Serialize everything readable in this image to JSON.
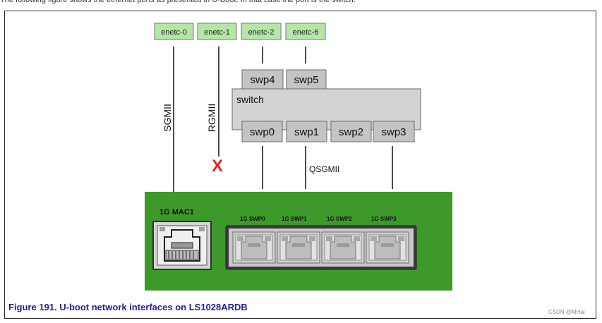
{
  "page": {
    "top_caption": "The following figure shows the ethernet ports as presented in U-Boot. In that case the port is the switch.",
    "figure_caption": "Figure 191.  U-boot network interfaces on LS1028ARDB",
    "watermark": "CSDN @MHai"
  },
  "diagram": {
    "interfaces": [
      "enetc-0",
      "enetc-1",
      "enetc-2",
      "enetc-6"
    ],
    "switch_label": "switch",
    "switch_top_ports": [
      "swp4",
      "swp5"
    ],
    "switch_bottom_ports": [
      "swp0",
      "swp1",
      "swp2",
      "swp3"
    ],
    "link_labels": {
      "sgmii": "SGMII",
      "rgmii": "RGMII",
      "qsgmii": "QSGMII"
    },
    "disconnected_mark": "X",
    "board": {
      "mac_label": "1G MAC1",
      "port_labels": [
        "1G SWP0",
        "1G SWP1",
        "1G SWP2",
        "1G SWP3"
      ]
    },
    "colors": {
      "interface_box": "#b5e6a8",
      "switch_fill": "#d3d3d3",
      "port_fill": "#c4c4c4",
      "board_green": "#3d9a2a",
      "x_mark": "#dd2b1b",
      "caption_blue": "#1f1f9e"
    }
  }
}
